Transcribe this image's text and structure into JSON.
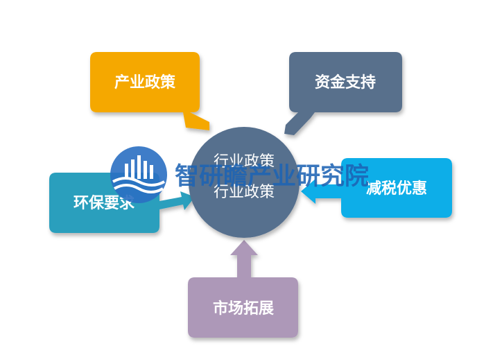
{
  "center": {
    "line1": "行业政策",
    "line2": "行业政策",
    "color": "#576f8e"
  },
  "nodes": [
    {
      "id": "industry-policy",
      "label": "产业政策",
      "color": "#f5a800"
    },
    {
      "id": "funding-support",
      "label": "资金支持",
      "color": "#586f8c"
    },
    {
      "id": "environmental-requirements",
      "label": "环保要求",
      "color": "#2a9fbd"
    },
    {
      "id": "tax-incentives",
      "label": "减税优惠",
      "color": "#09aee8"
    },
    {
      "id": "market-expansion",
      "label": "市场拓展",
      "color": "#ad98b8"
    }
  ],
  "watermark": {
    "text": "智研瞻产业研究院",
    "color": "#1e64b4"
  }
}
